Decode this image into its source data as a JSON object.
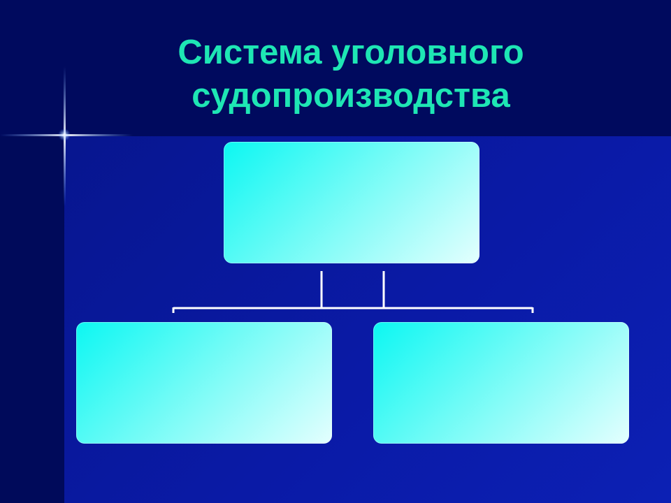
{
  "slide": {
    "title_lines": [
      "Система уголовного",
      "судопроизводства"
    ]
  },
  "colors": {
    "title": "#1ee6b4",
    "background_dark": "#000a5e",
    "background_main": "#0a1aa0",
    "box_fill_start": "#0cf7f2",
    "box_fill_end": "#e4fffe",
    "connector": "#ffffff"
  },
  "diagram": {
    "type": "hierarchy",
    "nodes": [
      {
        "id": "root",
        "text": ""
      },
      {
        "id": "left-child",
        "text": ""
      },
      {
        "id": "right-child",
        "text": ""
      }
    ],
    "edges": [
      {
        "from": "root",
        "to": "left-child"
      },
      {
        "from": "root",
        "to": "right-child"
      }
    ]
  }
}
